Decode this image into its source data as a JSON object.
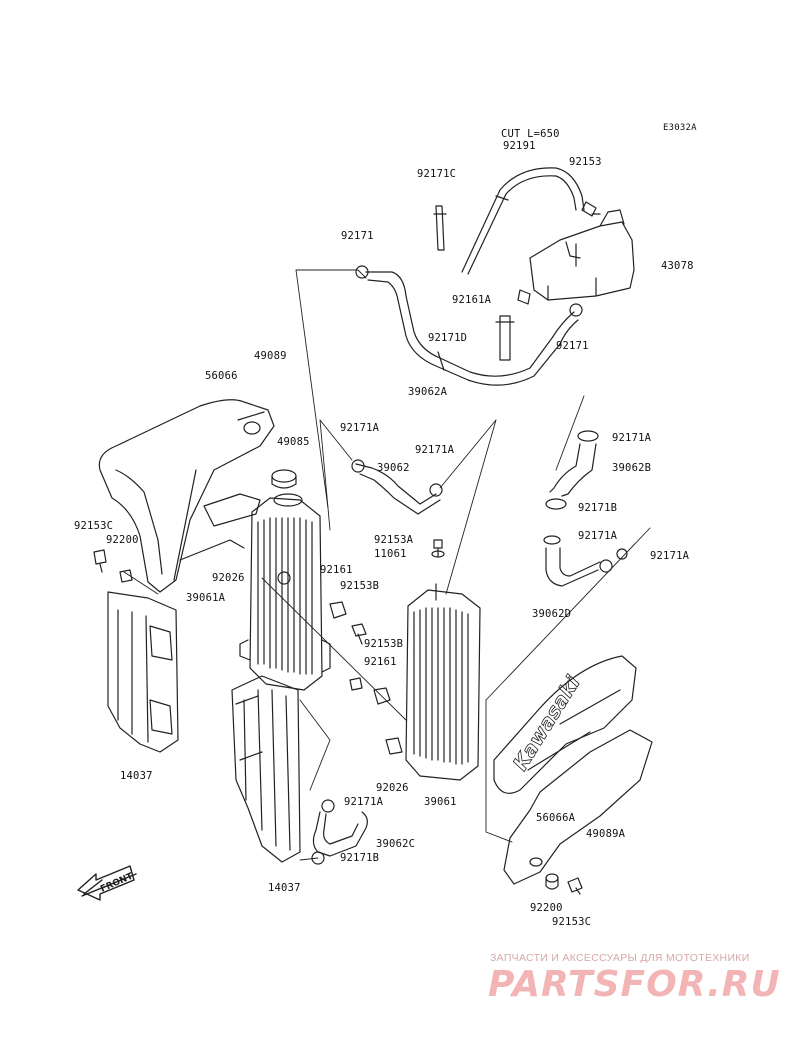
{
  "diagram_code": "E3032A",
  "callouts": [
    {
      "id": "cut",
      "text": "CUT L=650"
    },
    {
      "id": "p92191",
      "text": "92191"
    },
    {
      "id": "p92153_top",
      "text": "92153"
    },
    {
      "id": "p92171C",
      "text": "92171C"
    },
    {
      "id": "p92171_left",
      "text": "92171"
    },
    {
      "id": "p43078",
      "text": "43078"
    },
    {
      "id": "p92161A",
      "text": "92161A"
    },
    {
      "id": "p92171D",
      "text": "92171D"
    },
    {
      "id": "p92171_right",
      "text": "92171"
    },
    {
      "id": "p39062A",
      "text": "39062A"
    },
    {
      "id": "p49089",
      "text": "49089"
    },
    {
      "id": "p56066",
      "text": "56066"
    },
    {
      "id": "p49085",
      "text": "49085"
    },
    {
      "id": "p92171A_a",
      "text": "92171A"
    },
    {
      "id": "p92171A_b",
      "text": "92171A"
    },
    {
      "id": "p39062",
      "text": "39062"
    },
    {
      "id": "p92171A_c",
      "text": "92171A"
    },
    {
      "id": "p39062B",
      "text": "39062B"
    },
    {
      "id": "p92171B_top",
      "text": "92171B"
    },
    {
      "id": "p92153C_left",
      "text": "92153C"
    },
    {
      "id": "p92200_left",
      "text": "92200"
    },
    {
      "id": "p92153A",
      "text": "92153A"
    },
    {
      "id": "p11061",
      "text": "11061"
    },
    {
      "id": "p92171A_d",
      "text": "92171A"
    },
    {
      "id": "p92171A_e",
      "text": "92171A"
    },
    {
      "id": "p92026_top",
      "text": "92026"
    },
    {
      "id": "p92161_a",
      "text": "92161"
    },
    {
      "id": "p92153B_a",
      "text": "92153B"
    },
    {
      "id": "p39061A",
      "text": "39061A"
    },
    {
      "id": "p39062D",
      "text": "39062D"
    },
    {
      "id": "p92153B_b",
      "text": "92153B"
    },
    {
      "id": "p92161_b",
      "text": "92161"
    },
    {
      "id": "p14037_left",
      "text": "14037"
    },
    {
      "id": "p92026_bottom",
      "text": "92026"
    },
    {
      "id": "p92171A_f",
      "text": "92171A"
    },
    {
      "id": "p39061",
      "text": "39061"
    },
    {
      "id": "p56066A",
      "text": "56066A"
    },
    {
      "id": "p49089A",
      "text": "49089A"
    },
    {
      "id": "p39062C",
      "text": "39062C"
    },
    {
      "id": "p92171B_bottom",
      "text": "92171B"
    },
    {
      "id": "p14037_bottom",
      "text": "14037"
    },
    {
      "id": "p92200_right",
      "text": "92200"
    },
    {
      "id": "p92153C_right",
      "text": "92153C"
    }
  ],
  "front_arrow": "FRONT",
  "shroud_logo": "Kawasaki",
  "watermark": {
    "subtitle": "ЗАПЧАСТИ И АКСЕССУАРЫ ДЛЯ МОТОТЕХНИКИ",
    "logo": "PARTSFOR.RU"
  },
  "colors": {
    "line": "#222222",
    "watermark_text": "#d7a7a7",
    "watermark_logo": "#f2b4b4"
  }
}
